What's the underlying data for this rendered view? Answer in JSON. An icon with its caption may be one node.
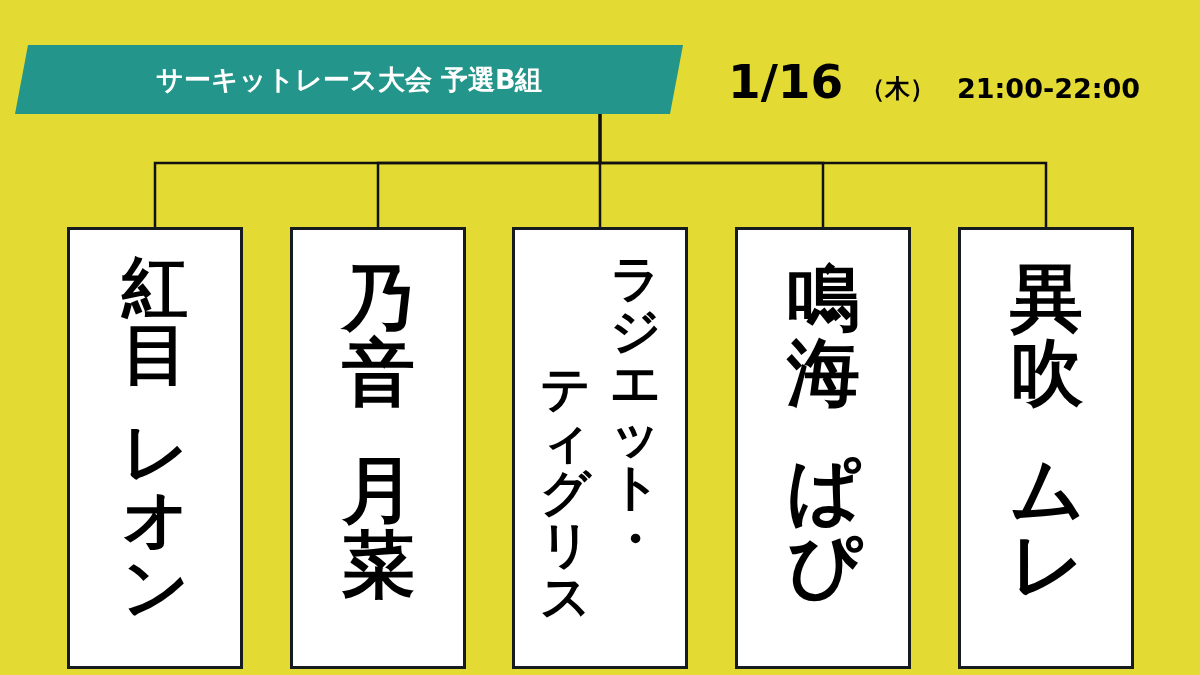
{
  "diagram": {
    "nodes": [
      {
        "text": [
          "サーキットレース大会 予選B組"
        ]
      },
      {
        "text": [
          "紅目",
          "レオン"
        ]
      },
      {
        "text": [
          "乃音",
          "月菜"
        ]
      },
      {
        "text": [
          "ラジエット・ティグリス"
        ]
      },
      {
        "text": [
          "鳴海",
          "ぱぴ"
        ]
      },
      {
        "text": [
          "異吹",
          "ムレ"
        ]
      }
    ],
    "edges": [
      {
        "from": 0,
        "to": 1,
        "arrow": "none"
      },
      {
        "from": 0,
        "to": 2,
        "arrow": "none"
      },
      {
        "from": 0,
        "to": 3,
        "arrow": "none"
      },
      {
        "from": 0,
        "to": 4,
        "arrow": "none"
      },
      {
        "from": 0,
        "to": 5,
        "arrow": "none"
      }
    ],
    "labels": [
      "1/16",
      "（木）",
      "21:00-22:00"
    ]
  }
}
